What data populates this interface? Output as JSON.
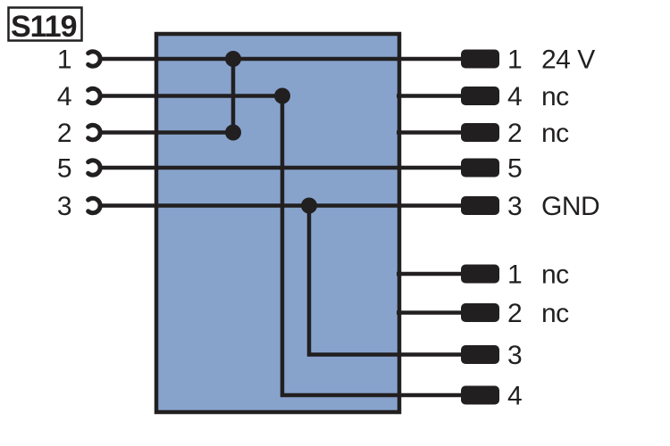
{
  "colors": {
    "ink": "#221f20",
    "box_fill": "#87a3cc",
    "paper": "#ffffff"
  },
  "diagram": {
    "tag": "S119",
    "left_pins": [
      {
        "number": "1"
      },
      {
        "number": "4"
      },
      {
        "number": "2"
      },
      {
        "number": "5"
      },
      {
        "number": "3"
      }
    ],
    "right_terminals_top": [
      {
        "number": "1",
        "label": "24 V"
      },
      {
        "number": "4",
        "label": "nc"
      },
      {
        "number": "2",
        "label": "nc"
      },
      {
        "number": "5",
        "label": ""
      },
      {
        "number": "3",
        "label": "GND"
      }
    ],
    "right_terminals_bottom": [
      {
        "number": "1",
        "label": "nc"
      },
      {
        "number": "2",
        "label": "nc"
      },
      {
        "number": "3",
        "label": ""
      },
      {
        "number": "4",
        "label": ""
      }
    ],
    "connections": [
      {
        "from": "left-pin-1",
        "to": "right-top-terminal-1"
      },
      {
        "from": "left-pin-1",
        "to": "left-pin-2"
      },
      {
        "from": "left-pin-4",
        "to": "right-bottom-terminal-4"
      },
      {
        "from": "left-pin-5",
        "to": "right-top-terminal-5"
      },
      {
        "from": "left-pin-3",
        "to": "right-top-terminal-3"
      },
      {
        "from": "left-pin-3",
        "to": "right-bottom-terminal-3"
      }
    ]
  }
}
